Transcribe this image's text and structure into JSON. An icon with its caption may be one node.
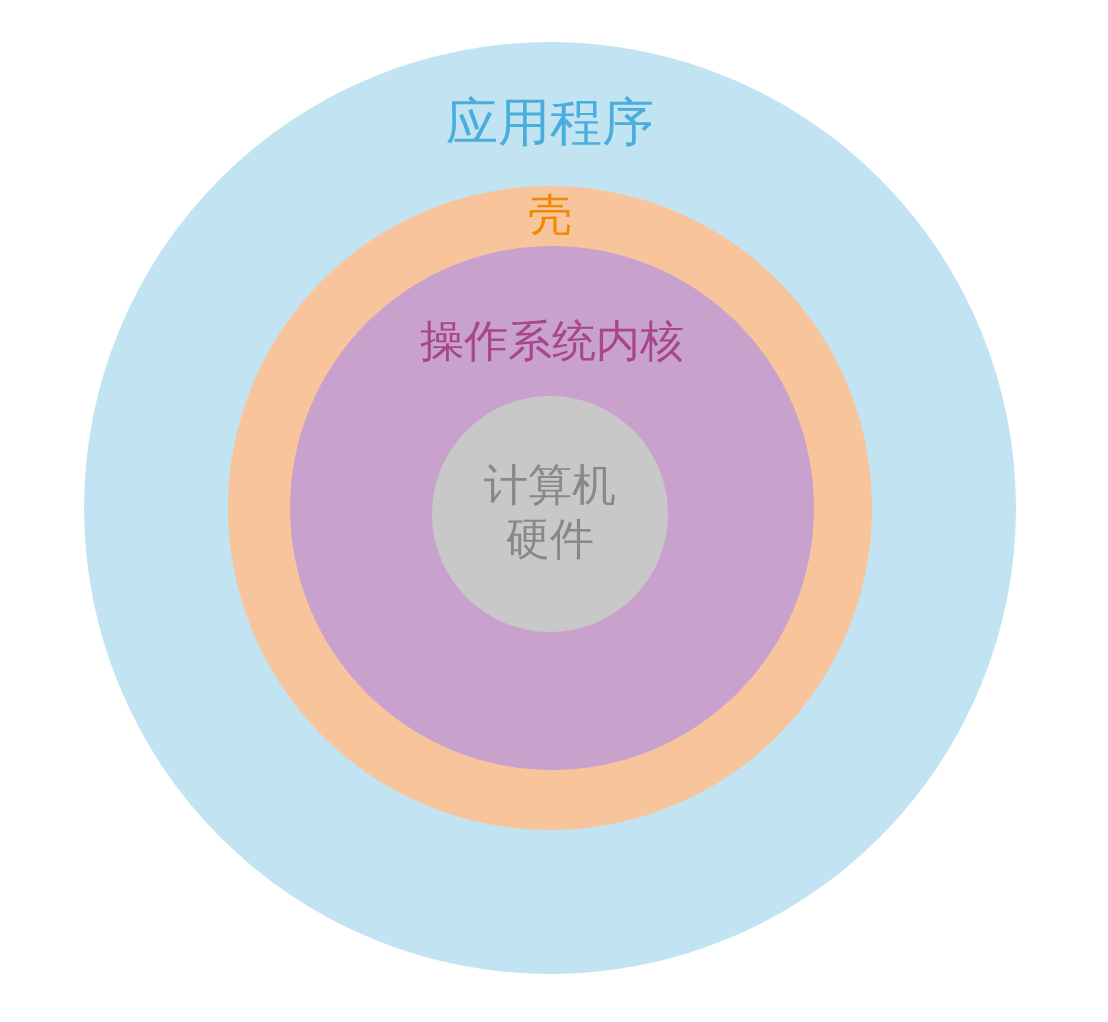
{
  "diagram": {
    "nodes": [
      {
        "text": [
          "应用程序"
        ]
      },
      {
        "text": [
          "壳"
        ],
        "in": 0
      },
      {
        "text": [
          "操作系统内核"
        ],
        "in": 1
      },
      {
        "text": [
          "计算机硬件"
        ],
        "in": 2
      }
    ]
  }
}
